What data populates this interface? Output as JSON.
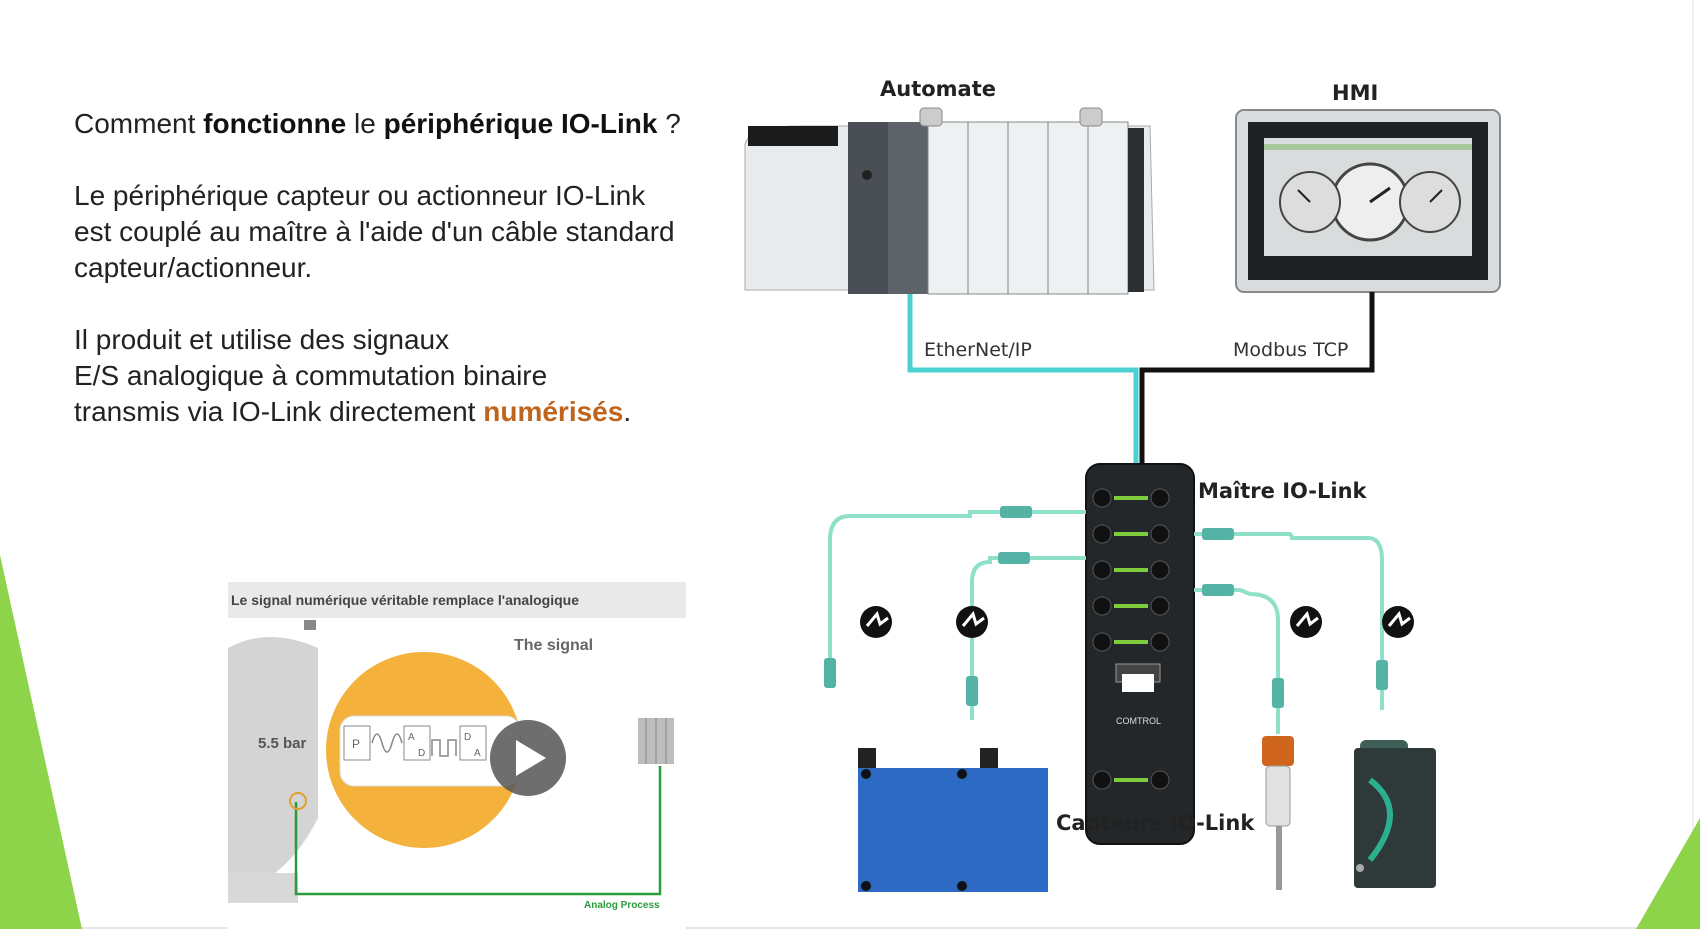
{
  "slide": {
    "question_prefix": "Comment ",
    "question_bold1": "fonctionne",
    "question_mid": " le ",
    "question_bold2": "périphérique IO-Link",
    "question_suffix": " ?",
    "para1": [
      "Le périphérique capteur ou actionneur IO-Link",
      "est couplé au maître à l'aide d'un câble standard",
      "capteur/actionneur."
    ],
    "para2_line1": "Il produit et utilise des signaux",
    "para2_line2": "E/S analogique à commutation binaire",
    "para2_line3_prefix": "transmis via IO-Link directement ",
    "para2_highlight": "numérisés",
    "para2_line3_suffix": "."
  },
  "video": {
    "header": "Le signal numérique véritable remplace l'analogique",
    "the_signal": "The signal",
    "pressure": "5.5 bar",
    "block_p": "P",
    "block_ad_top": "A",
    "block_ad_bottom": "D",
    "block_da_top": "D",
    "block_da_bottom": "A",
    "analog_process": "Analog Process",
    "play_icon": "play-icon"
  },
  "diagram": {
    "automate": "Automate",
    "hmi": "HMI",
    "ethernet": "EtherNet/IP",
    "modbus": "Modbus TCP",
    "master": "Maître IO-Link",
    "sensors": "Capteurs IO-Link",
    "brand": "COMTROL",
    "colors": {
      "ethernet_cable": "#4ccfd0",
      "modbus_cable": "#111111",
      "sensor_cable": "#8fe0c8",
      "sensor_blue": "#2d6ac4",
      "accent_orange": "#c0641c",
      "green_deco": "#8ed44a"
    }
  }
}
